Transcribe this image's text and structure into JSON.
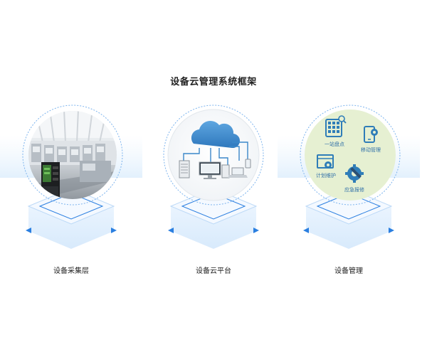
{
  "title": "设备云管理系统框架",
  "columns": [
    {
      "caption": "设备采集层",
      "icon": "factory-photo"
    },
    {
      "caption": "设备云平台",
      "icon": "cloud-network-icon"
    },
    {
      "caption": "设备管理",
      "icon": "management-features"
    }
  ],
  "management_features": [
    {
      "label": "一站盘点",
      "icon": "grid-search-icon"
    },
    {
      "label": "移动管理",
      "icon": "mobile-gear-icon"
    },
    {
      "label": "计划维护",
      "icon": "window-gear-icon"
    },
    {
      "label": "应急报修",
      "icon": "wrench-gear-icon"
    }
  ],
  "colors": {
    "accent_blue": "#2b7fe0",
    "dashed_ring": "#7db4ee",
    "feature_circle": "#e6f0d2",
    "feature_icon": "#2f7db8",
    "cloud": "#3b87c9"
  }
}
